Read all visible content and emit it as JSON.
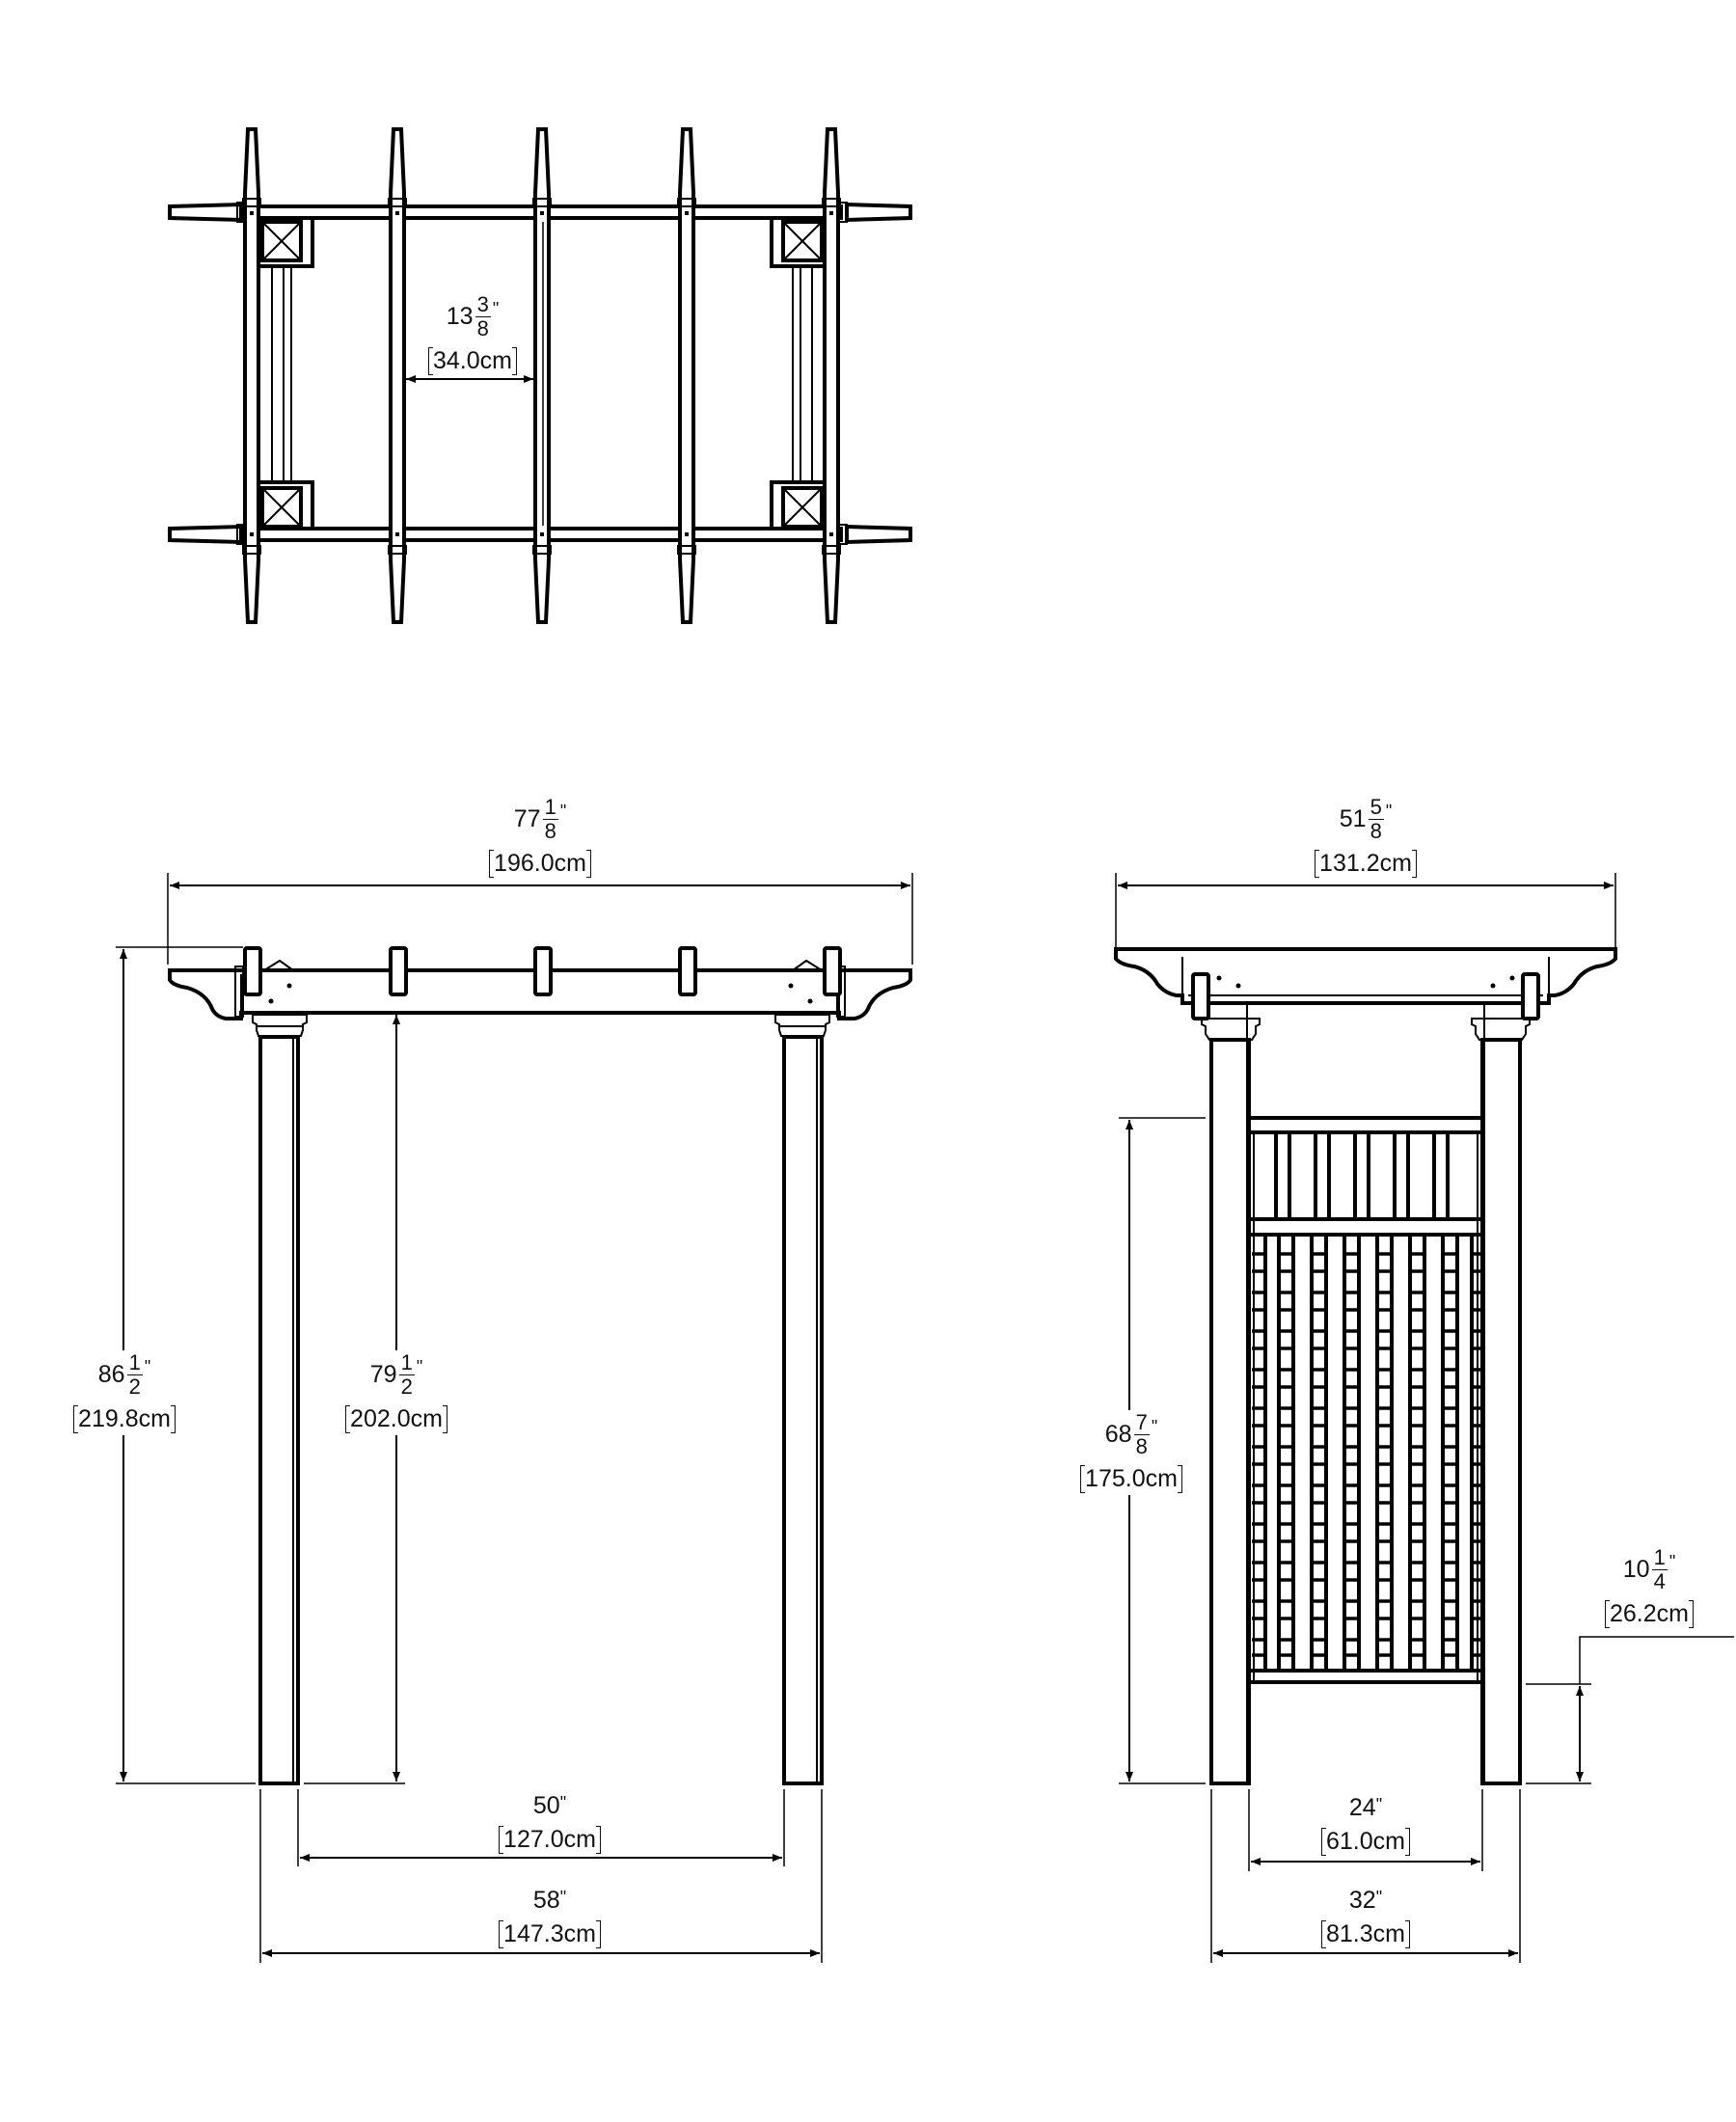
{
  "drawing": {
    "views": [
      {
        "name": "top-plan-view"
      },
      {
        "name": "front-elevation"
      },
      {
        "name": "side-elevation"
      }
    ],
    "colors": {
      "line": "#000000",
      "background": "#ffffff"
    }
  },
  "dimensions": {
    "rafter_spacing": {
      "whole": "13",
      "num": "3",
      "den": "8",
      "unit": "\"",
      "metric": "34.0cm"
    },
    "overall_width": {
      "whole": "77",
      "num": "1",
      "den": "8",
      "unit": "\"",
      "metric": "196.0cm"
    },
    "overall_height": {
      "whole": "86",
      "num": "1",
      "den": "2",
      "unit": "\"",
      "metric": "219.8cm"
    },
    "clear_height": {
      "whole": "79",
      "num": "1",
      "den": "2",
      "unit": "\"",
      "metric": "202.0cm"
    },
    "inner_post_span": {
      "whole": "50",
      "unit": "\"",
      "metric": "127.0cm"
    },
    "outer_post_span": {
      "whole": "58",
      "unit": "\"",
      "metric": "147.3cm"
    },
    "overall_depth": {
      "whole": "51",
      "num": "5",
      "den": "8",
      "unit": "\"",
      "metric": "131.2cm"
    },
    "panel_height": {
      "whole": "68",
      "num": "7",
      "den": "8",
      "unit": "\"",
      "metric": "175.0cm"
    },
    "panel_ground_clearance": {
      "whole": "10",
      "num": "1",
      "den": "4",
      "unit": "\"",
      "metric": "26.2cm"
    },
    "inner_depth_span": {
      "whole": "24",
      "unit": "\"",
      "metric": "61.0cm"
    },
    "outer_depth_span": {
      "whole": "32",
      "unit": "\"",
      "metric": "81.3cm"
    }
  }
}
